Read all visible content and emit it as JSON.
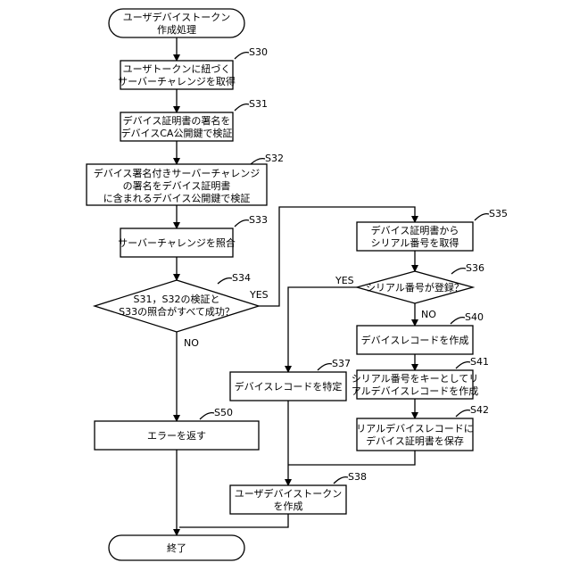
{
  "steps": {
    "start": [
      "ユーザデバイストークン",
      "作成処理"
    ],
    "s30": [
      "ユーザトークンに紐づく",
      "サーバーチャレンジを取得"
    ],
    "s31": [
      "デバイス証明書の署名を",
      "デバイスCA公開鍵で検証"
    ],
    "s32": [
      "デバイス署名付きサーバーチャレンジ",
      "の署名をデバイス証明書",
      "に含まれるデバイス公開鍵で検証"
    ],
    "s33": [
      "サーバーチャレンジを照合"
    ],
    "s34": [
      "S31，S32の検証と",
      "S33の照合がすべて成功？"
    ],
    "s35": [
      "デバイス証明書から",
      "シリアル番号を取得"
    ],
    "s36": [
      "シリアル番号が登録？"
    ],
    "s37": [
      "デバイスレコードを特定"
    ],
    "s40": [
      "デバイスレコードを作成"
    ],
    "s41": [
      "シリアル番号をキーとしてリ",
      "アルデバイスレコードを作成"
    ],
    "s42": [
      "リアルデバイスレコードに",
      "デバイス証明書を保存"
    ],
    "s50": [
      "エラーを返す"
    ],
    "s38": [
      "ユーザデバイストークン",
      "を作成"
    ],
    "end": [
      "終了"
    ]
  },
  "step_labels": {
    "s30": "S30",
    "s31": "S31",
    "s32": "S32",
    "s33": "S33",
    "s34": "S34",
    "s35": "S35",
    "s36": "S36",
    "s37": "S37",
    "s38": "S38",
    "s40": "S40",
    "s41": "S41",
    "s42": "S42",
    "s50": "S50"
  },
  "branches": {
    "s34_yes": "YES",
    "s34_no": "NO",
    "s36_yes": "YES",
    "s36_no": "NO"
  }
}
